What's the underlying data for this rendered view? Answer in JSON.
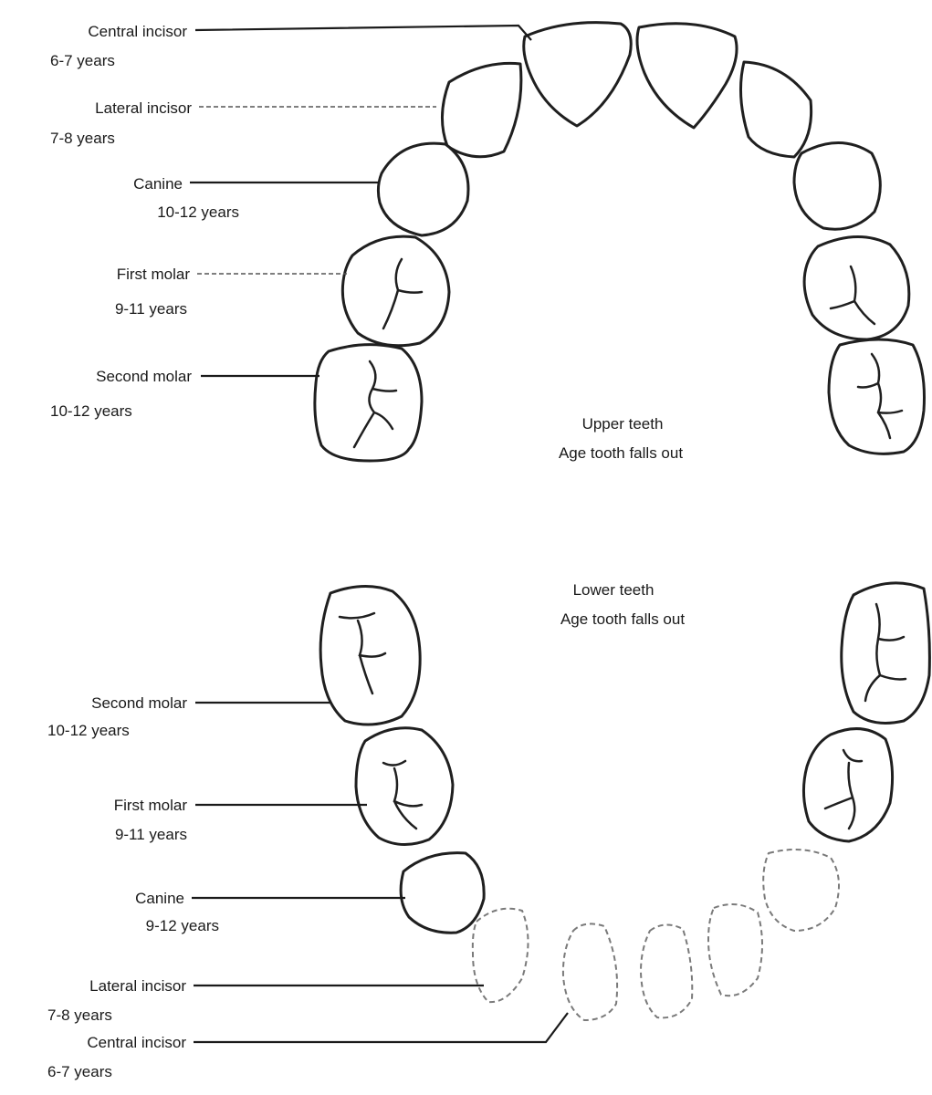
{
  "upper": {
    "caption_line1": "Upper teeth",
    "caption_line2": "Age tooth falls out",
    "labels": [
      {
        "name": "Central incisor",
        "age": "6-7 years"
      },
      {
        "name": "Lateral incisor",
        "age": "7-8 years"
      },
      {
        "name": "Canine",
        "age": "10-12 years"
      },
      {
        "name": "First molar",
        "age": "9-11 years"
      },
      {
        "name": "Second molar",
        "age": "10-12 years"
      }
    ]
  },
  "lower": {
    "caption_line1": "Lower teeth",
    "caption_line2": "Age tooth falls out",
    "labels": [
      {
        "name": "Second molar",
        "age": "10-12 years"
      },
      {
        "name": "First molar",
        "age": "9-11 years"
      },
      {
        "name": "Canine",
        "age": "9-12 years"
      },
      {
        "name": "Lateral incisor",
        "age": "7-8 years"
      },
      {
        "name": "Central incisor",
        "age": "6-7 years"
      }
    ]
  }
}
